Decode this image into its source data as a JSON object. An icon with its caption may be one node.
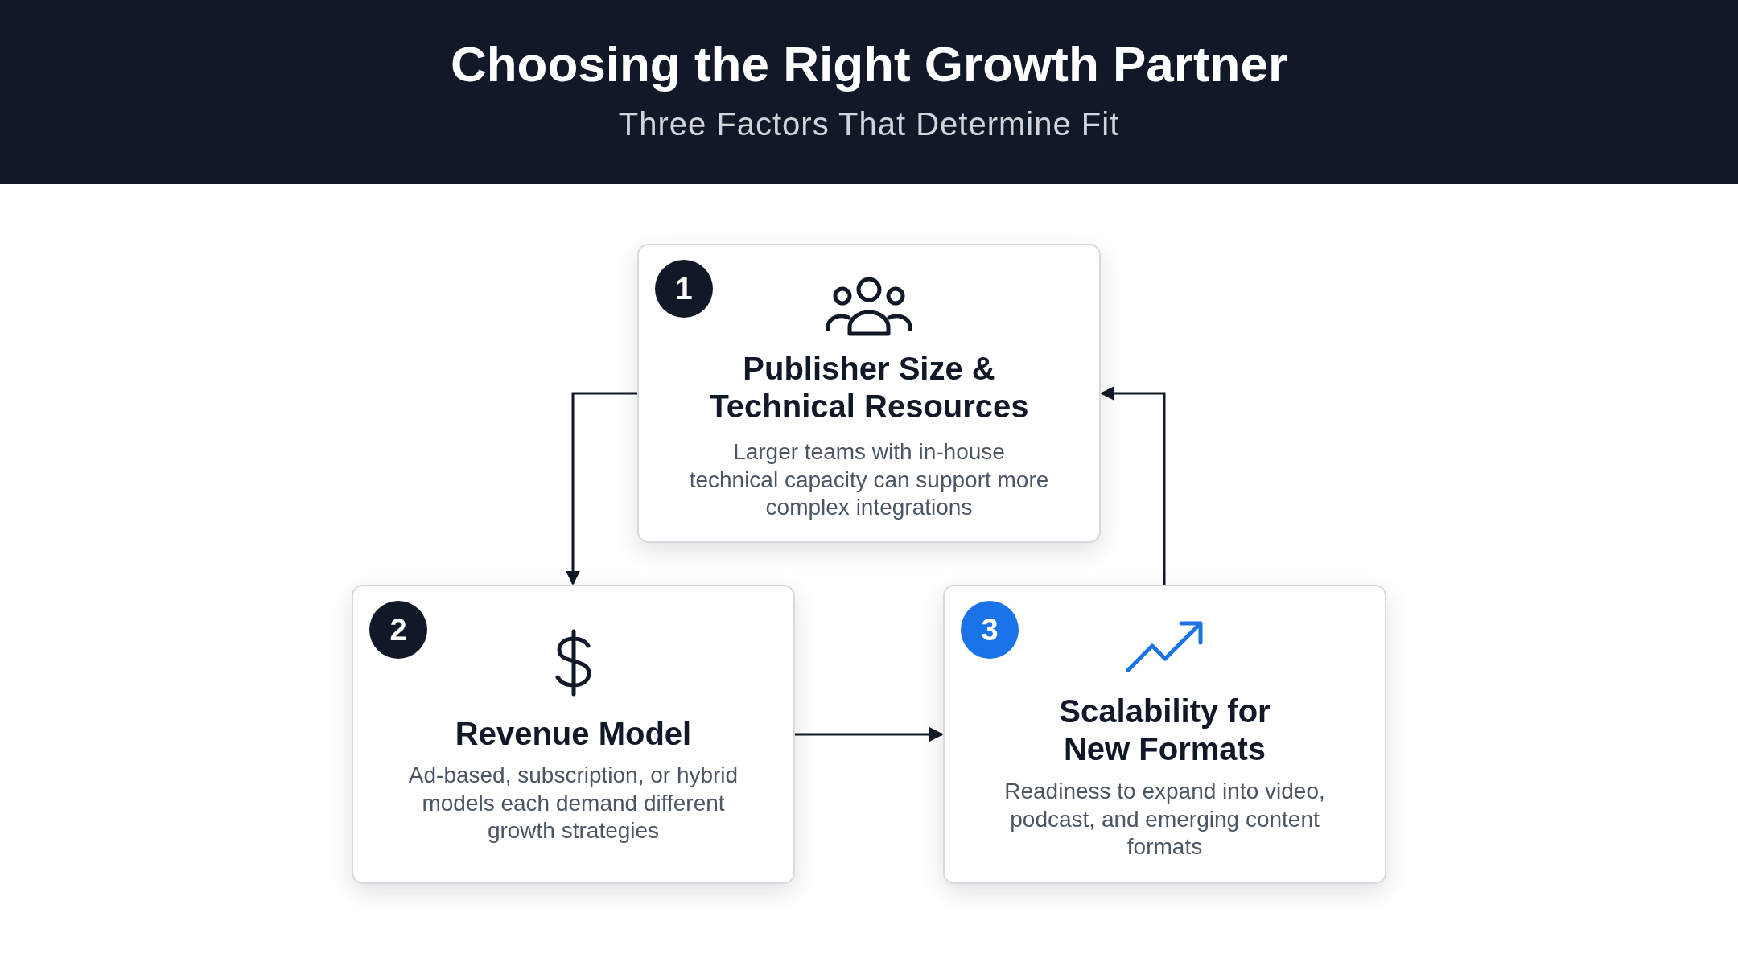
{
  "diagram": {
    "title": "Choosing the Right Growth Partner",
    "caption": "Three Factors That Determine Fit",
    "nodes": [
      {
        "text": [
          "1",
          "Publisher Size & Technical Resources",
          "Larger teams with in-house technical capacity can support more complex integrations"
        ]
      },
      {
        "text": [
          "2",
          "Revenue Model",
          "Ad-based, subscription, or hybrid models each demand different growth strategies"
        ]
      },
      {
        "text": [
          "3",
          "Scalability for New Formats",
          "Readiness to expand into video, podcast, and emerging content formats"
        ]
      }
    ],
    "edges": [
      {
        "from": 0,
        "to": 1,
        "arrow": "to"
      },
      {
        "from": 1,
        "to": 2,
        "arrow": "to"
      },
      {
        "from": 2,
        "to": 0,
        "arrow": "to"
      }
    ]
  }
}
